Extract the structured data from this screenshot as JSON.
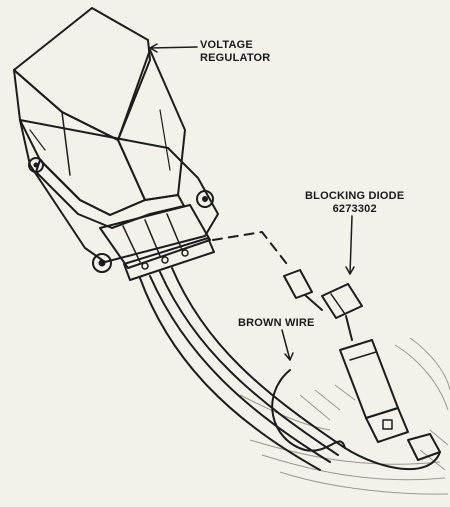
{
  "callouts": {
    "voltage_regulator": {
      "line1": "VOLTAGE",
      "line2": "REGULATOR"
    },
    "blocking_diode": {
      "line1": "BLOCKING DIODE",
      "line2": "6273302"
    },
    "brown_wire": {
      "text": "BROWN WIRE"
    }
  },
  "colors": {
    "paper": "#f4f1ea",
    "ink": "#1c1c1c",
    "shadow": "#b9b5ad"
  }
}
